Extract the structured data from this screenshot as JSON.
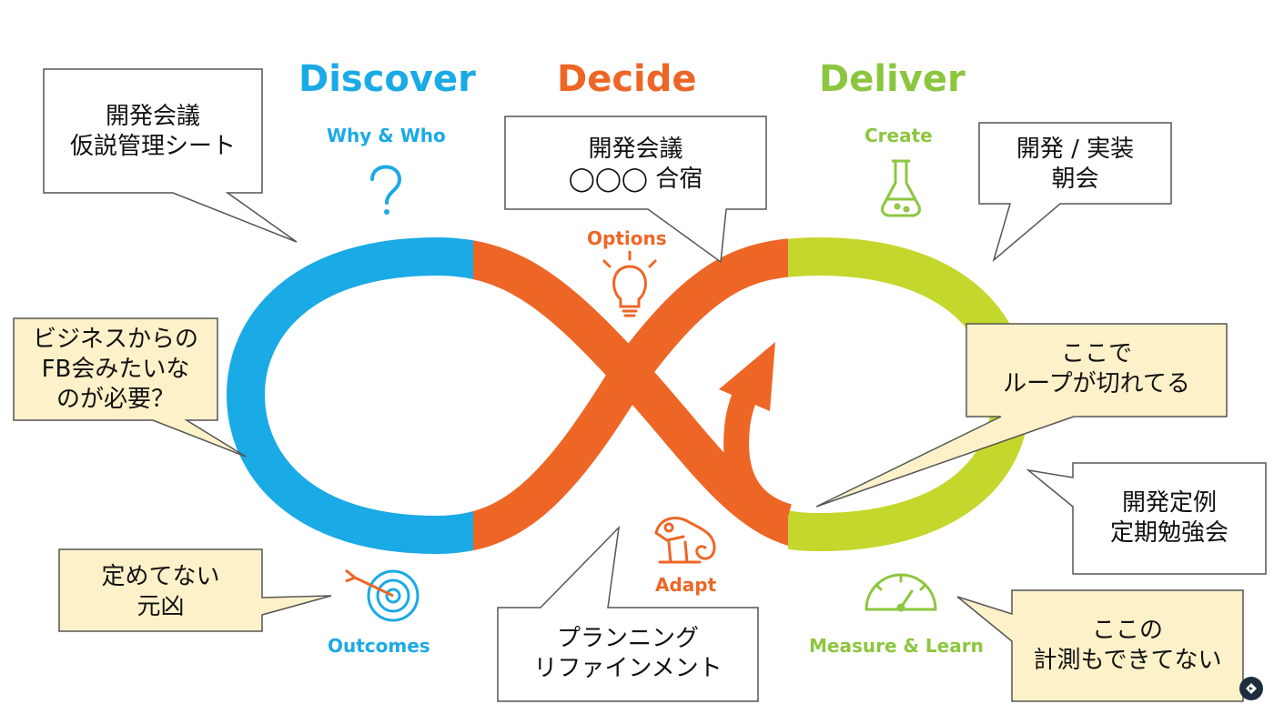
{
  "colors": {
    "discover": "#1aaae6",
    "decide": "#ee6626",
    "deliver": "#c4d72c",
    "callout_plain": "#ffffff",
    "callout_note": "#fdf1c9",
    "callout_border": "#555555"
  },
  "phases": {
    "discover": "Discover",
    "decide": "Decide",
    "deliver": "Deliver"
  },
  "stages": {
    "why_who": "Why & Who",
    "options": "Options",
    "create": "Create",
    "outcomes": "Outcomes",
    "adapt": "Adapt",
    "measure_learn": "Measure & Learn"
  },
  "icons": {
    "why_who": "question-mark-icon",
    "options": "light-bulb-icon",
    "create": "flask-icon",
    "outcomes": "target-arrow-icon",
    "adapt": "chameleon-icon",
    "measure_learn": "gauge-icon",
    "badge": "logo-badge-icon"
  },
  "callouts": {
    "dev_meeting": [
      "開発会議",
      "仮説管理シート"
    ],
    "camp": [
      "開発会議",
      "◯◯◯ 合宿"
    ],
    "dev_impl": [
      "開発 / 実装",
      "朝会"
    ],
    "business_fb": [
      "ビジネスからの",
      "FB会みたいな",
      "のが必要？"
    ],
    "loop_broken": [
      "ここで",
      "ループが切れてる"
    ],
    "regular": [
      "開発定例",
      "定期勉強会"
    ],
    "undefined": [
      "定めてない",
      "元凶"
    ],
    "planning": [
      "プランニング",
      "リファインメント"
    ],
    "measure": [
      "ここの",
      "計測もできてない"
    ]
  }
}
